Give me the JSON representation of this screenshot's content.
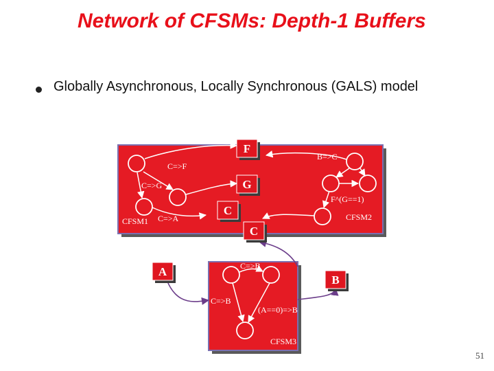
{
  "slide": {
    "title": "Network of CFSMs: Depth-1 Buffers",
    "bullet": "Globally Asynchronous, Locally Synchronous (GALS) model",
    "page_number": "51"
  },
  "colors": {
    "title": "#e8101a",
    "machine_fill": "#e51b24",
    "machine_border": "#7b6fb0",
    "signal_box": "#df1620",
    "arrow": "#ffffff",
    "external_arrow": "#6b3d8a"
  },
  "diagram": {
    "machines": [
      {
        "name": "CFSM1",
        "label": "CFSM1"
      },
      {
        "name": "CFSM2",
        "label": "CFSM2"
      },
      {
        "name": "CFSM3",
        "label": "CFSM3"
      }
    ],
    "signals": {
      "F": "F",
      "G": "G",
      "C_left": "C",
      "C_right": "C",
      "A": "A",
      "B": "B"
    },
    "transitions": {
      "c_to_f": "C=>F",
      "c_to_g": "C=>G",
      "c_to_a": "C=>A",
      "b_to_c": "B=>C",
      "f_and_g": "F^(G==1)",
      "c_to_b_top": "C=>B",
      "c_to_b_left": "C=>B",
      "a0_to_b": "(A==0)=>B"
    }
  }
}
